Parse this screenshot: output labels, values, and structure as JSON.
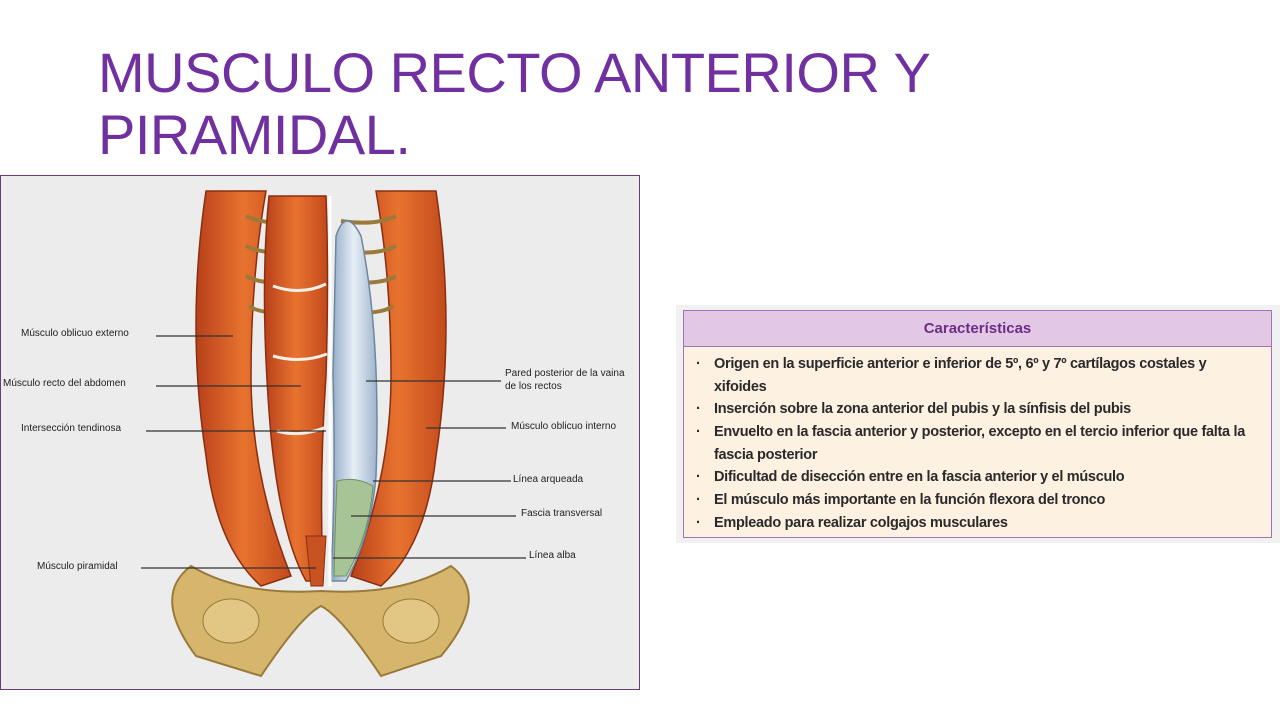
{
  "slide": {
    "title": "MUSCULO RECTO ANTERIOR Y PIRAMIDAL."
  },
  "figure": {
    "labels": {
      "oblicuo_externo": "Músculo oblicuo externo",
      "recto_abdomen": "Músculo recto del abdomen",
      "interseccion": "Intersección tendinosa",
      "piramidal": "Músculo piramidal",
      "pared_posterior_1": "Pared posterior de la vaina",
      "pared_posterior_2": "de los rectos",
      "oblicuo_interno": "Músculo oblicuo interno",
      "linea_arqueada": "Línea arqueada",
      "fascia_transversal": "Fascia transversal",
      "linea_alba": "Línea alba"
    },
    "colors": {
      "muscle": "#d9571f",
      "bone": "#d4b56a",
      "fascia": "#b9cde0",
      "green": "#9fbf8f"
    }
  },
  "table": {
    "header": "Características",
    "items": [
      "Origen en la superficie anterior e inferior de 5º, 6º y 7º cartílagos costales y xifoides",
      "Inserción sobre la zona anterior del pubis y la sínfisis del pubis",
      "Envuelto en la fascia anterior y posterior, excepto en el tercio inferior que falta la fascia posterior",
      "Dificultad de disección entre en la fascia anterior y el músculo",
      "El músculo más importante en la función flexora del tronco",
      "Empleado para realizar colgajos musculares"
    ]
  }
}
